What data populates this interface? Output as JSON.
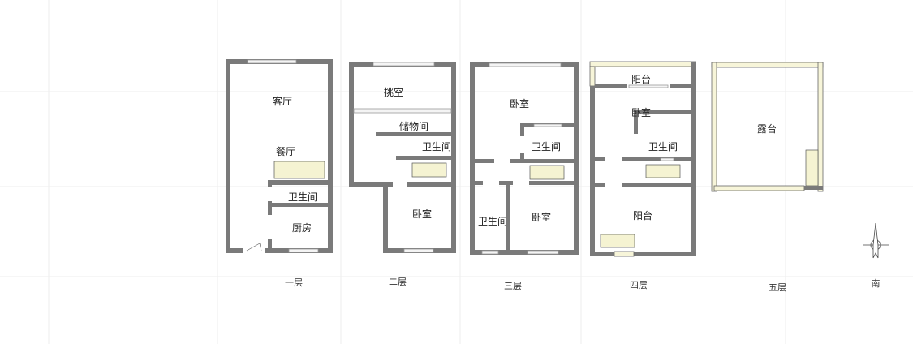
{
  "title": "五层户型平面图",
  "floors": [
    {
      "label": "一层",
      "rooms": [
        "客厅",
        "餐厅",
        "卫生间",
        "厨房"
      ]
    },
    {
      "label": "二层",
      "rooms": [
        "挑空",
        "储物间",
        "卫生间",
        "卧室"
      ]
    },
    {
      "label": "三层",
      "rooms": [
        "卧室",
        "卫生间",
        "卫生间",
        "卧室"
      ]
    },
    {
      "label": "四层",
      "rooms": [
        "阳台",
        "卧室",
        "卫生间",
        "阳台"
      ]
    },
    {
      "label": "五层",
      "rooms": [
        "露台"
      ]
    }
  ],
  "compass": {
    "label": "南"
  },
  "colors": {
    "wall": "#7a7a7a",
    "railing": "#f7f5d9",
    "grid": "#eeeeee"
  }
}
